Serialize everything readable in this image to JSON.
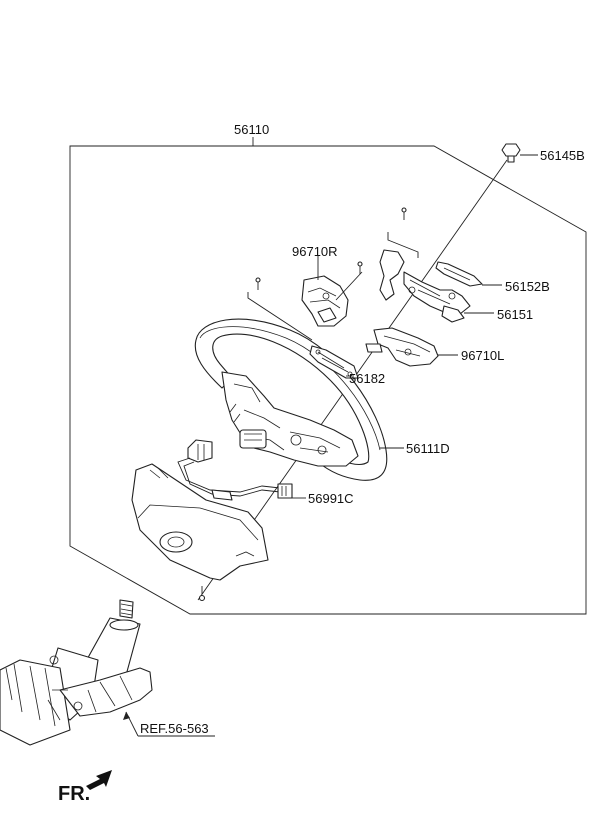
{
  "assembly_label": "56110",
  "parts": {
    "p56145B": "56145B",
    "p96710R": "96710R",
    "p56152B": "56152B",
    "p56151": "56151",
    "p96710L": "96710L",
    "p56182": "56182",
    "p56111D": "56111D",
    "p56991C": "56991C"
  },
  "reference": "REF.56-563",
  "direction": "FR."
}
